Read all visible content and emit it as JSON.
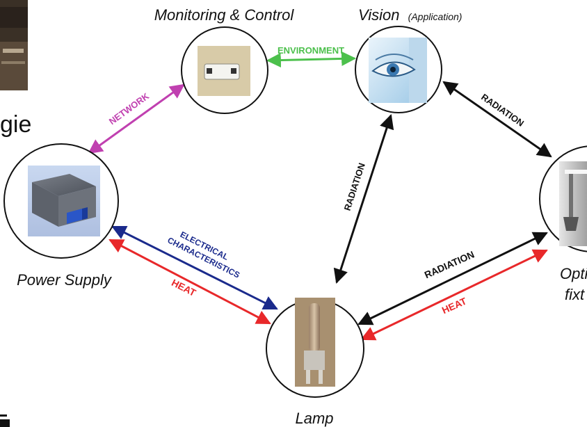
{
  "nodes": {
    "monitoring": {
      "label": "Monitoring & Control"
    },
    "vision": {
      "label": "Vision",
      "sublabel": "(Application)"
    },
    "power": {
      "label": "Power Supply"
    },
    "lamp": {
      "label": "Lamp"
    },
    "optic": {
      "label_line1": "Opti",
      "label_line2": "fixt"
    }
  },
  "edges": {
    "environment": "ENVIRONMENT",
    "network": "NETWORK",
    "radiation_vision_optic": "RADIATION",
    "radiation_lamp_vision": "RADIATION",
    "radiation_lamp_optic": "RADIATION",
    "heat_lamp_optic": "HEAT",
    "electrical_line1": "ELECTRICAL",
    "electrical_line2": "CHARACTERISTICS",
    "heat_power_lamp": "HEAT"
  },
  "partial_text": "gie",
  "colors": {
    "environment": "#4cc04c",
    "network": "#c040b0",
    "radiation": "#111111",
    "electrical": "#1a2a8c",
    "heat": "#e8282a"
  }
}
